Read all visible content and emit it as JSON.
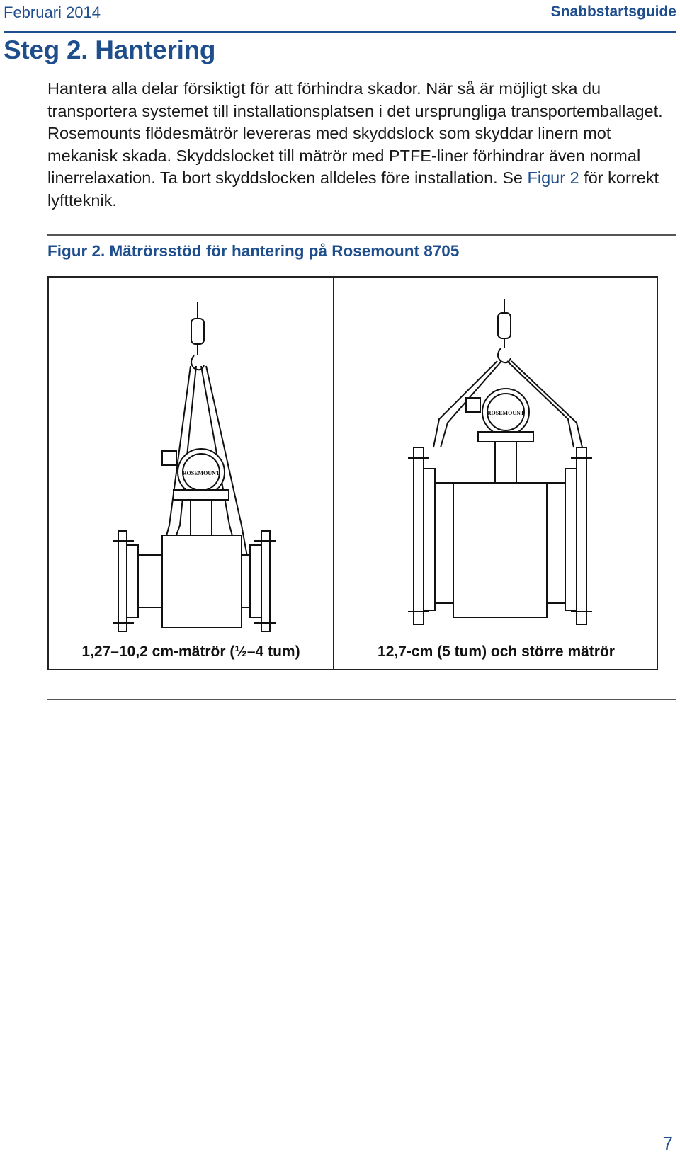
{
  "header": {
    "date": "Februari 2014",
    "guide": "Snabbstartsguide"
  },
  "section": {
    "title": "Steg 2. Hantering"
  },
  "body": {
    "text_before_link": "Hantera alla delar försiktigt för att förhindra skador. När så är möjligt ska du transportera systemet till installationsplatsen i det ursprungliga transportemballaget. Rosemounts flödesmätrör levereras med skyddslock som skyddar linern mot mekanisk skada. Skyddslocket till mätrör med PTFE-liner förhindrar även normal linerrelaxation. Ta bort skyddslocken alldeles före installation. Se ",
    "link_text": "Figur 2",
    "text_after_link": " för korrekt lyftteknik."
  },
  "figure": {
    "caption": "Figur 2.  Mätrörsstöd för hantering på Rosemount 8705",
    "left_label": "1,27–10,2 cm-mätrör (½–4 tum)",
    "right_label": "12,7-cm (5 tum) och större mätrör",
    "brand_text": "ROSEMOUNT"
  },
  "footer": {
    "page_number": "7"
  }
}
